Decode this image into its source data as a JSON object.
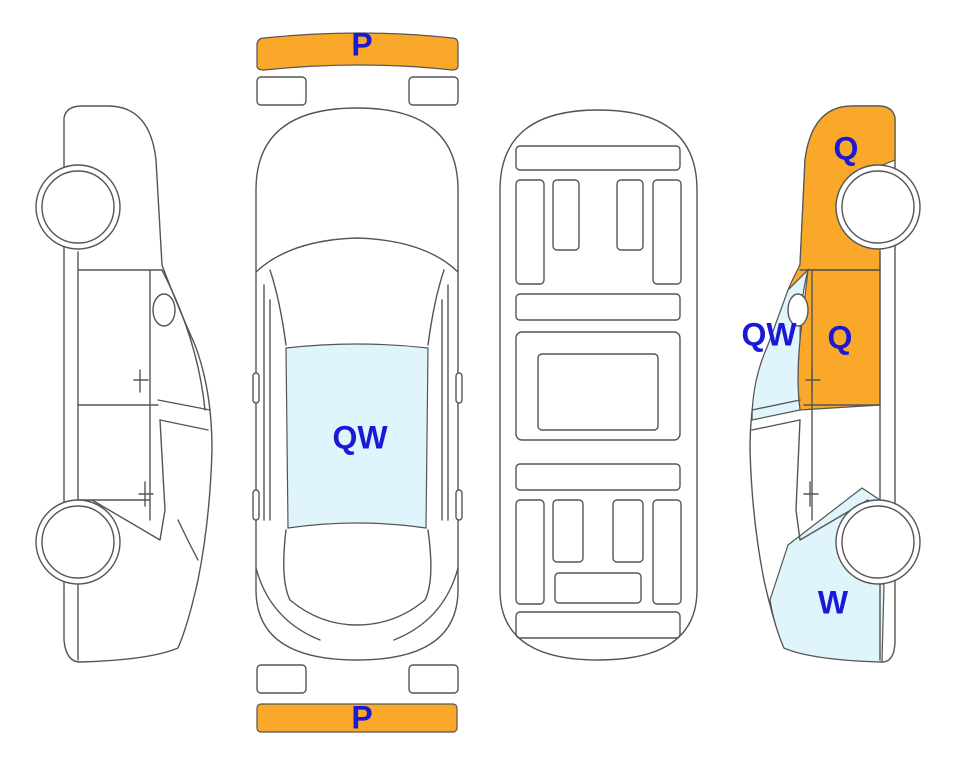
{
  "colors": {
    "orange": "#f9a82a",
    "light_blue": "#dff5fb",
    "label": "#1a1ad6",
    "outline": "#555555"
  },
  "labels": {
    "front_bumper": "P",
    "rear_bumper": "P",
    "roof": "QW",
    "right_front_fender": "Q",
    "right_front_door": "Q",
    "right_windshield_pillar": "QW",
    "right_rear_quarter": "W"
  }
}
